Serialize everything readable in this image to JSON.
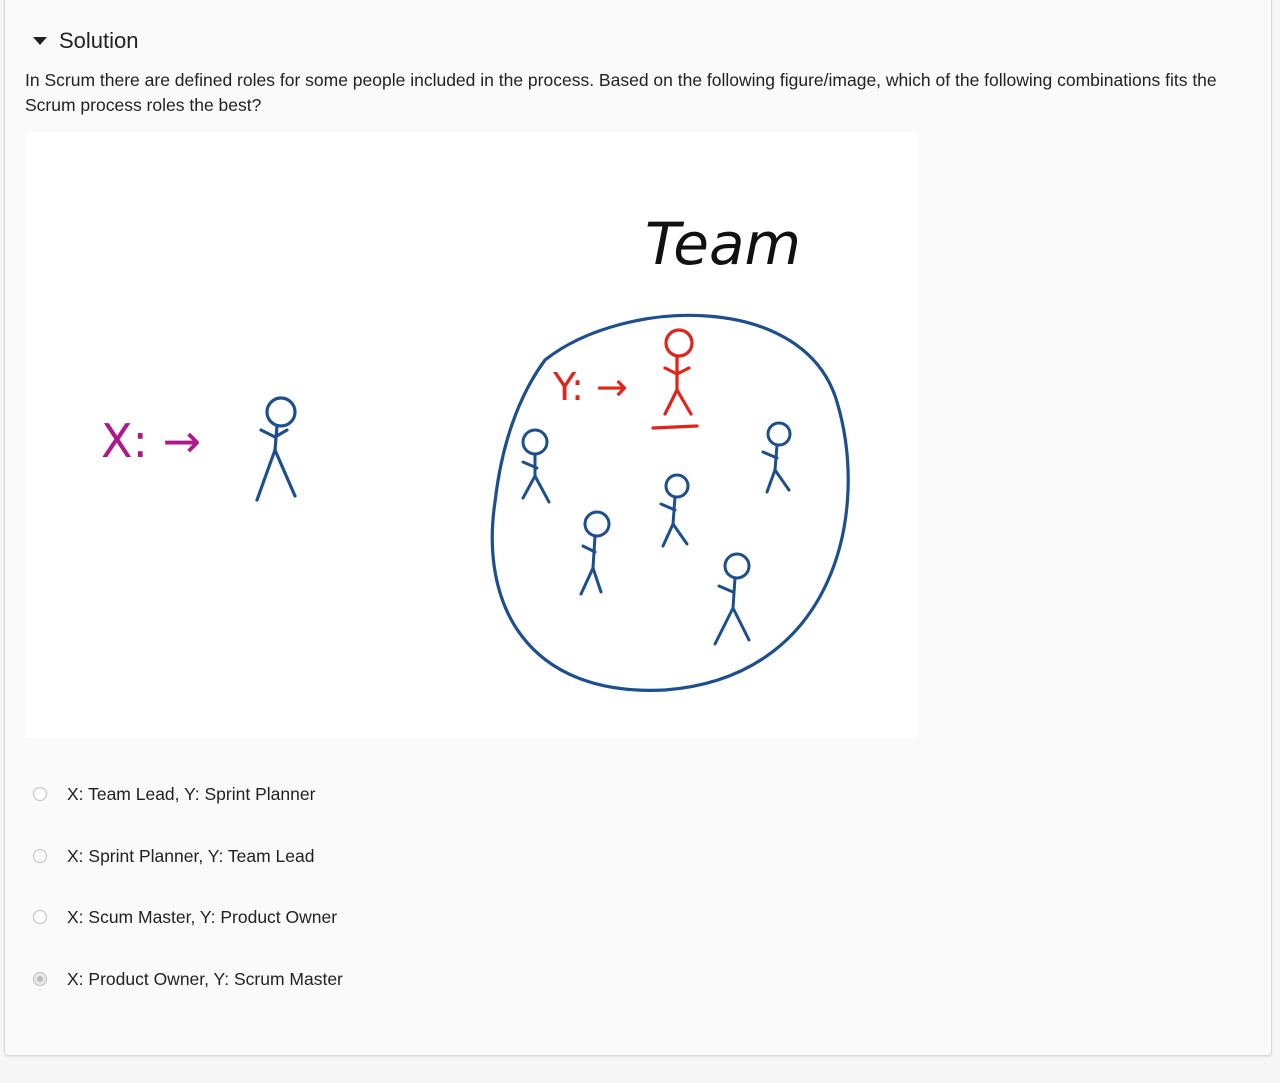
{
  "section": {
    "title": "Solution"
  },
  "question": {
    "text": "In Scrum there are defined roles for some people included in the process. Based on the following figure/image, which of the following combinations fits the Scrum process roles the best?"
  },
  "figure": {
    "team_label": "Team",
    "x_label": "X: →",
    "y_label": "Y: →",
    "colors": {
      "x": "#b0178a",
      "y": "#e2231a",
      "team": "#1d4f8f",
      "ink": "#111111"
    }
  },
  "options": [
    {
      "label": "X: Team Lead, Y: Sprint Planner",
      "selected": false
    },
    {
      "label": "X: Sprint Planner, Y: Team Lead",
      "selected": false
    },
    {
      "label": "X: Scum Master, Y: Product Owner",
      "selected": false
    },
    {
      "label": "X: Product Owner, Y: Scrum Master",
      "selected": true
    }
  ]
}
